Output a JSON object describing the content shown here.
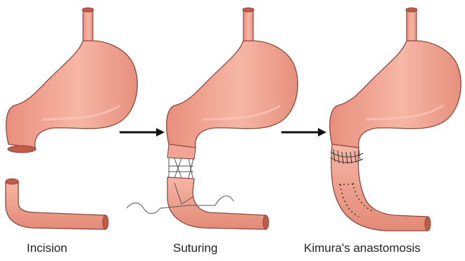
{
  "diagram": {
    "steps": [
      {
        "caption": "Incision"
      },
      {
        "caption": "Suturing"
      },
      {
        "caption": "Kimura's anastomosis"
      }
    ],
    "arrows": 2
  },
  "colors": {
    "tissue": "#f2a594",
    "tissue_dark": "#d9826f",
    "outline": "#8a4a3e",
    "lumen": "#c55a48",
    "arrow": "#111111",
    "suture": "#555555"
  }
}
